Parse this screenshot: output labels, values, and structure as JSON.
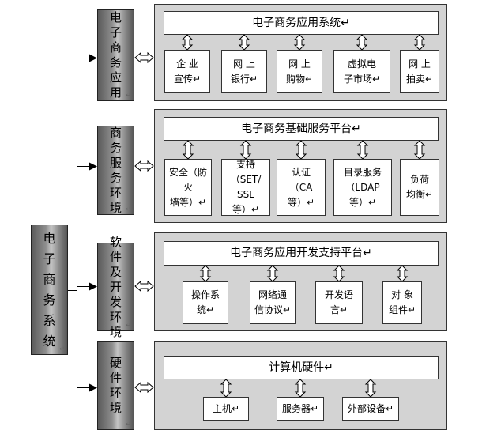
{
  "main_label": "电子商务系统",
  "return_mark": "↵",
  "layers": [
    {
      "label": "电子商务应用",
      "header": "电子商务应用系统",
      "items": [
        "企 业\n宣传",
        "网 上\n银行",
        "网 上\n购物",
        "虚拟电\n子市场",
        "网 上\n拍卖"
      ]
    },
    {
      "label": "商务服务环境",
      "header": "电子商务基础服务平台",
      "items": [
        "安全（防火\n墙等）",
        "支持\n（SET/\nSSL\n等）",
        "认证\n（CA\n等）",
        "目录服务\n（LDAP\n等）",
        "负荷\n均衡"
      ]
    },
    {
      "label": "软件及开发环境",
      "header": "电子商务应用开发支持平台",
      "items": [
        "操作系\n统",
        "网络通\n信协议",
        "开发语\n言",
        "对 象\n组件"
      ]
    },
    {
      "label": "硬件环境",
      "header": "计算机硬件",
      "items": [
        "主机",
        "服务器",
        "外部设备"
      ]
    }
  ]
}
